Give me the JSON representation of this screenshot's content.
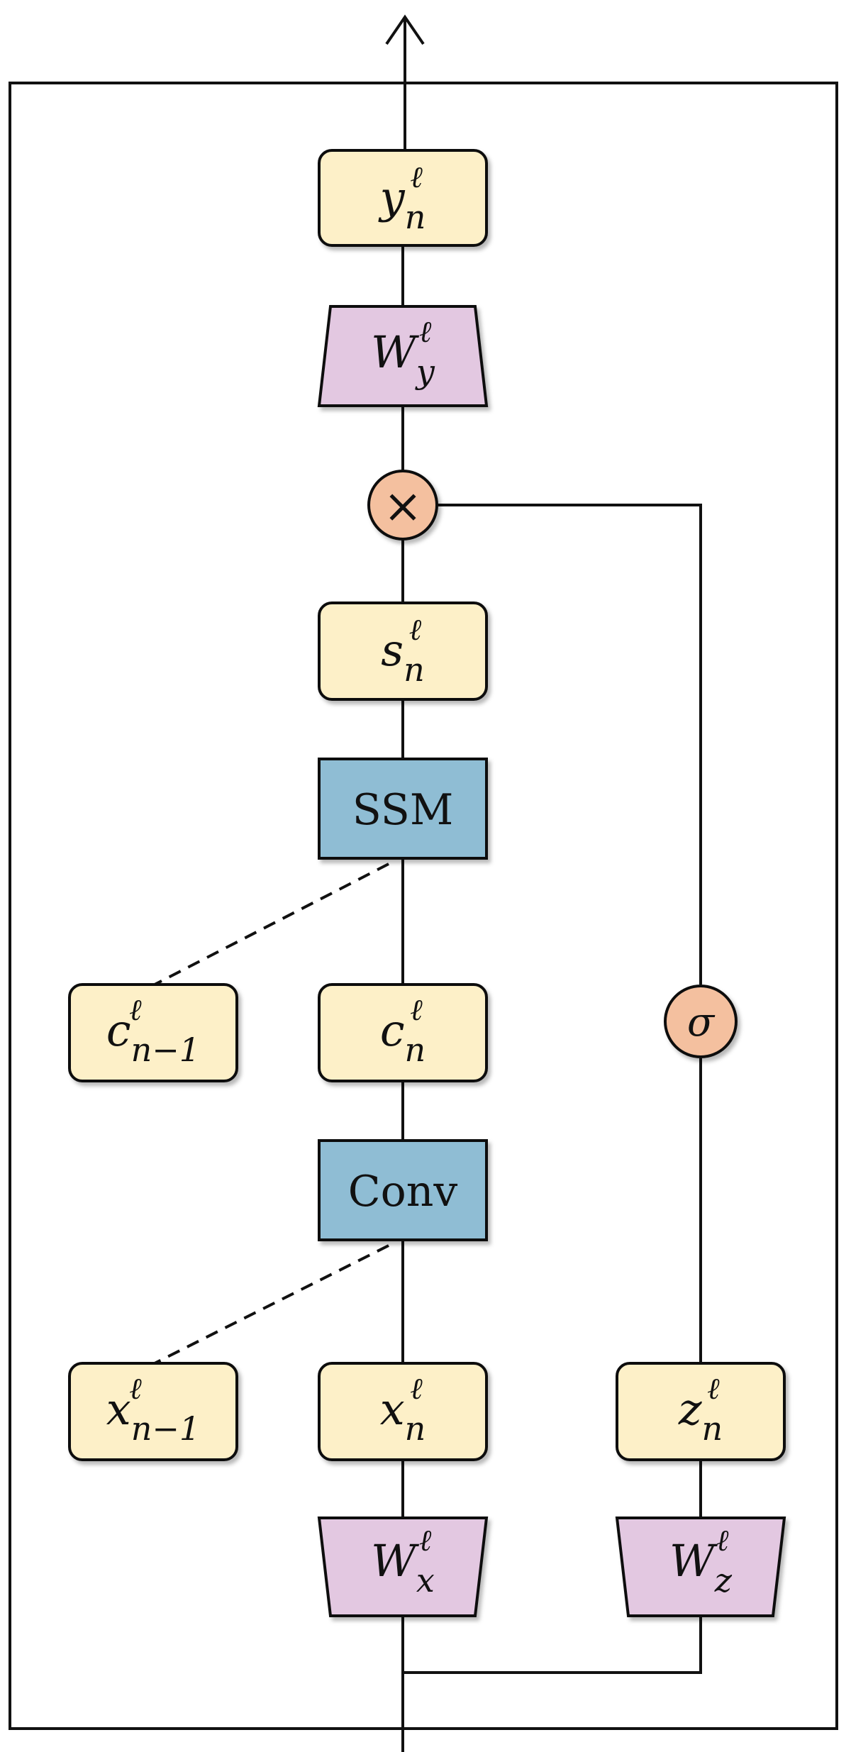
{
  "colors": {
    "state_box": "#fdf0c8",
    "projection": "#e3c8e1",
    "op_block": "#8fbdd4",
    "circle_op": "#f4c09f",
    "stroke": "#111111"
  },
  "nodes": {
    "y": {
      "base": "y",
      "sub": "n",
      "sup": "ℓ"
    },
    "Wy": {
      "base": "W",
      "sub": "y",
      "sup": "ℓ"
    },
    "multiply": {
      "symbol": "×"
    },
    "s": {
      "base": "s",
      "sub": "n",
      "sup": "ℓ"
    },
    "ssm": {
      "label": "SSM"
    },
    "c_prev": {
      "base": "c",
      "sub": "n−1",
      "sup": "ℓ"
    },
    "c": {
      "base": "c",
      "sub": "n",
      "sup": "ℓ"
    },
    "sigma": {
      "symbol": "σ"
    },
    "conv": {
      "label": "Conv"
    },
    "x_prev": {
      "base": "x",
      "sub": "n−1",
      "sup": "ℓ"
    },
    "x": {
      "base": "x",
      "sub": "n",
      "sup": "ℓ"
    },
    "z": {
      "base": "z",
      "sub": "n",
      "sup": "ℓ"
    },
    "Wx": {
      "base": "W",
      "sub": "x",
      "sup": "ℓ"
    },
    "Wz": {
      "base": "W",
      "sub": "z",
      "sup": "ℓ"
    }
  }
}
